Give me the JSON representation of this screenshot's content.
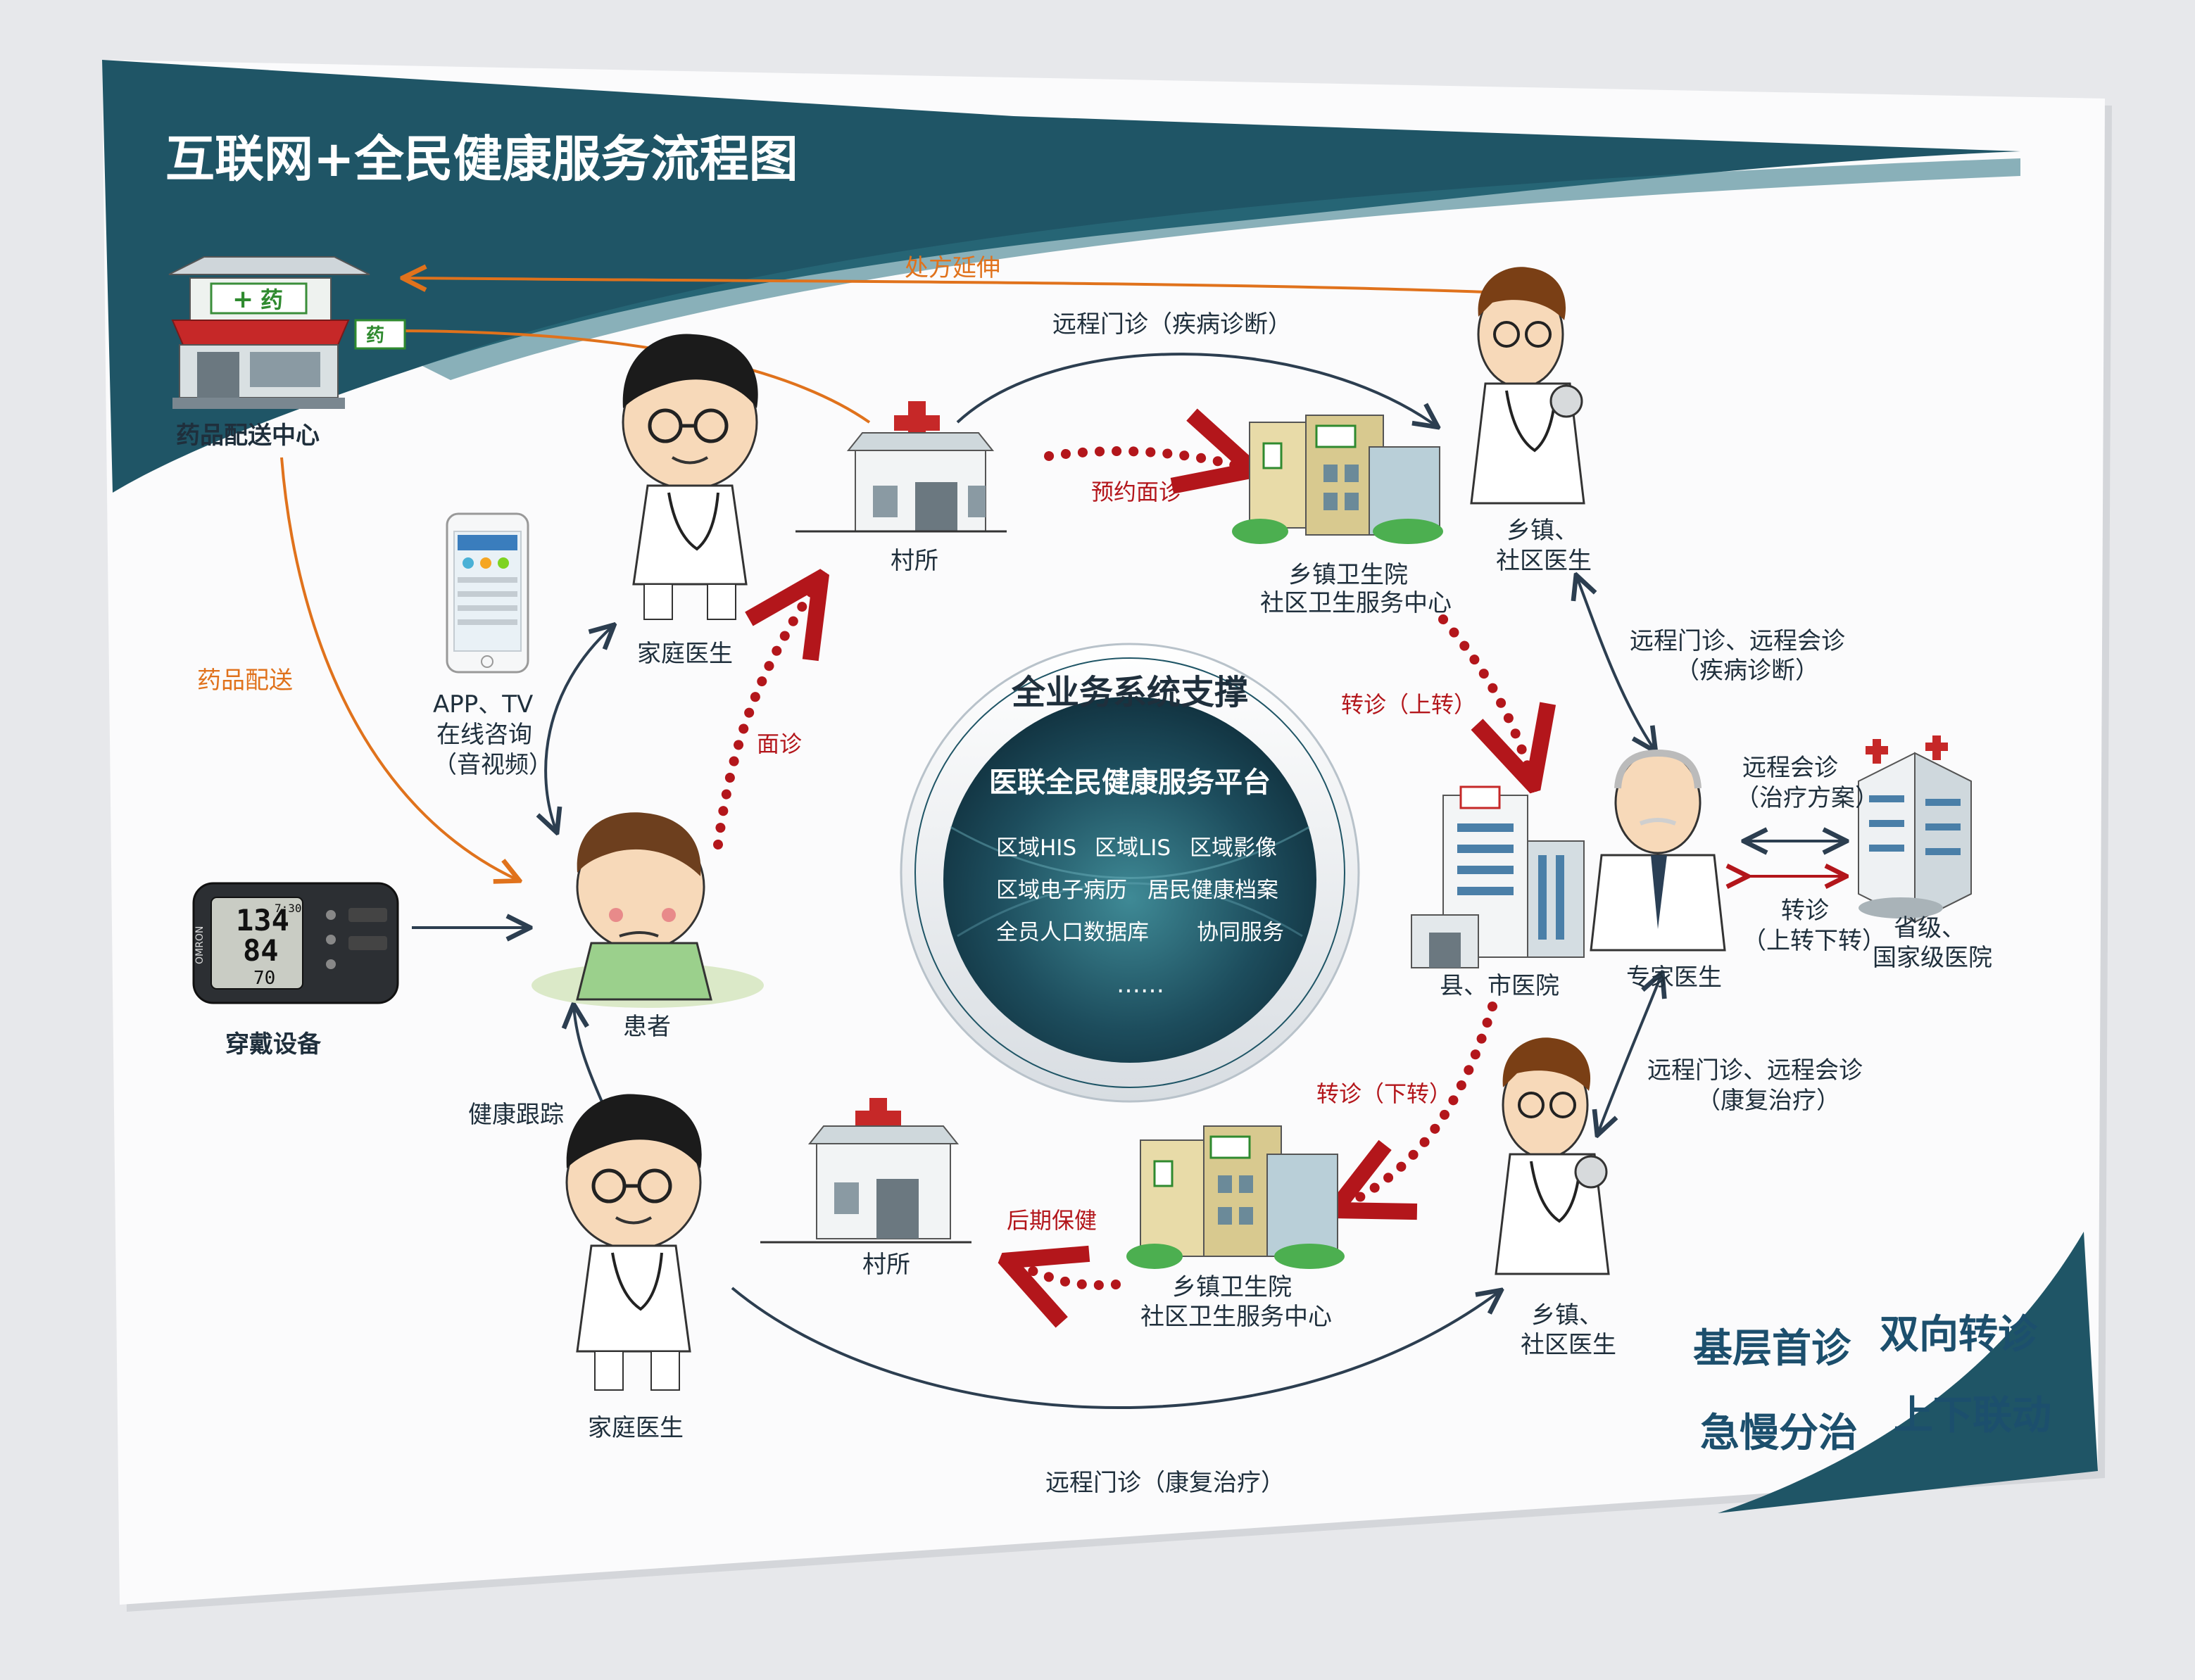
{
  "title": "互联网+全民健康服务流程图",
  "nodes": {
    "pharmacy": "药品配送中心",
    "pharmacy_sign": "药",
    "pharmacy_sign_small": "药",
    "village_clinic_top": "村所",
    "village_clinic_bottom": "村所",
    "family_doctor_top": "家庭医生",
    "family_doctor_bottom": "家庭医生",
    "patient": "患者",
    "wearable": "穿戴设备",
    "app_tv": [
      "APP、TV",
      "在线咨询",
      "（音视频）"
    ],
    "township_top": [
      "乡镇卫生院",
      "社区卫生服务中心"
    ],
    "township_bottom": [
      "乡镇卫生院",
      "社区卫生服务中心"
    ],
    "township_doctor_top": [
      "乡镇、",
      "社区医生"
    ],
    "township_doctor_bottom": [
      "乡镇、",
      "社区医生"
    ],
    "county_hospital": "县、市医院",
    "expert_doctor": "专家医生",
    "provincial_hospital": [
      "省级、",
      "国家级医院"
    ]
  },
  "bp_monitor": {
    "systolic": "134",
    "diastolic": "84",
    "pulse": "70",
    "time": "7:30",
    "brand": "OMRON"
  },
  "flows": {
    "prescription_extension": "处方延伸",
    "remote_clinic_disease": "远程门诊（疾病诊断）",
    "appointment": "预约面诊",
    "face_to_face": "面诊",
    "drug_delivery": "药品配送",
    "referral_up": "转诊（上转）",
    "referral_down": "转诊（下转）",
    "remote_consult_disease": [
      "远程门诊、远程会诊",
      "（疾病诊断）"
    ],
    "remote_consult_treatment": [
      "远程会诊",
      "（治疗方案）"
    ],
    "referral_updown": [
      "转诊",
      "（上转下转）"
    ],
    "remote_consult_rehab": [
      "远程门诊、远程会诊",
      "（康复治疗）"
    ],
    "aftercare": "后期保健",
    "health_tracking": "健康跟踪",
    "remote_clinic_rehab": "远程门诊（康复治疗）"
  },
  "center": {
    "ring_label": "全业务系统支撑",
    "platform": "医联全民健康服务平台",
    "rows": [
      [
        "区域HIS",
        "区域LIS",
        "区域影像"
      ],
      [
        "区域电子病历",
        "居民健康档案"
      ],
      [
        "全员人口数据库",
        "协同服务"
      ]
    ],
    "more": "……"
  },
  "slogans": [
    "基层首诊",
    "双向转诊",
    "急慢分治",
    "上下联动"
  ],
  "colors": {
    "teal_dark": "#1f5566",
    "teal_mid": "#2b7281",
    "navy_line": "#2c3e50",
    "orange": "#e0721c",
    "red": "#b3161b",
    "slogan": "#1c4f6d"
  }
}
